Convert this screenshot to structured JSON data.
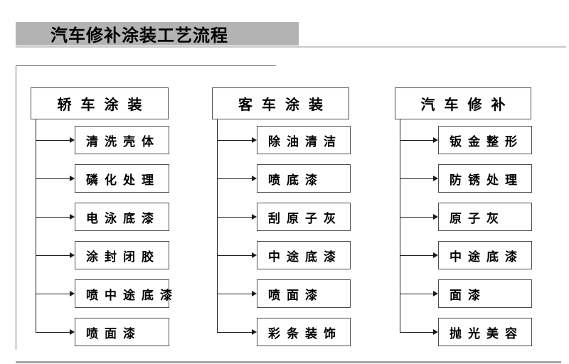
{
  "title": "汽车修补涂装工艺流程",
  "columns": [
    {
      "header": "轿车涂装",
      "items": [
        "清洗壳体",
        "磷化处理",
        "电泳底漆",
        "涂封闭胶",
        "喷中途底漆",
        "喷面漆"
      ]
    },
    {
      "header": "客车涂装",
      "items": [
        "除油清洁",
        "喷底漆",
        "刮原子灰",
        "中途底漆",
        "喷面漆",
        "彩条装饰"
      ]
    },
    {
      "header": "汽车修补",
      "items": [
        "钣金整形",
        "防锈处理",
        "原子灰",
        "中途底漆",
        "面漆",
        "抛光美容"
      ]
    }
  ],
  "colors": {
    "title_bar_bg": "#b3b3b3",
    "box_border": "#4d4d4d",
    "line": "#1a1a1a",
    "divider": "#a6a6a6"
  }
}
